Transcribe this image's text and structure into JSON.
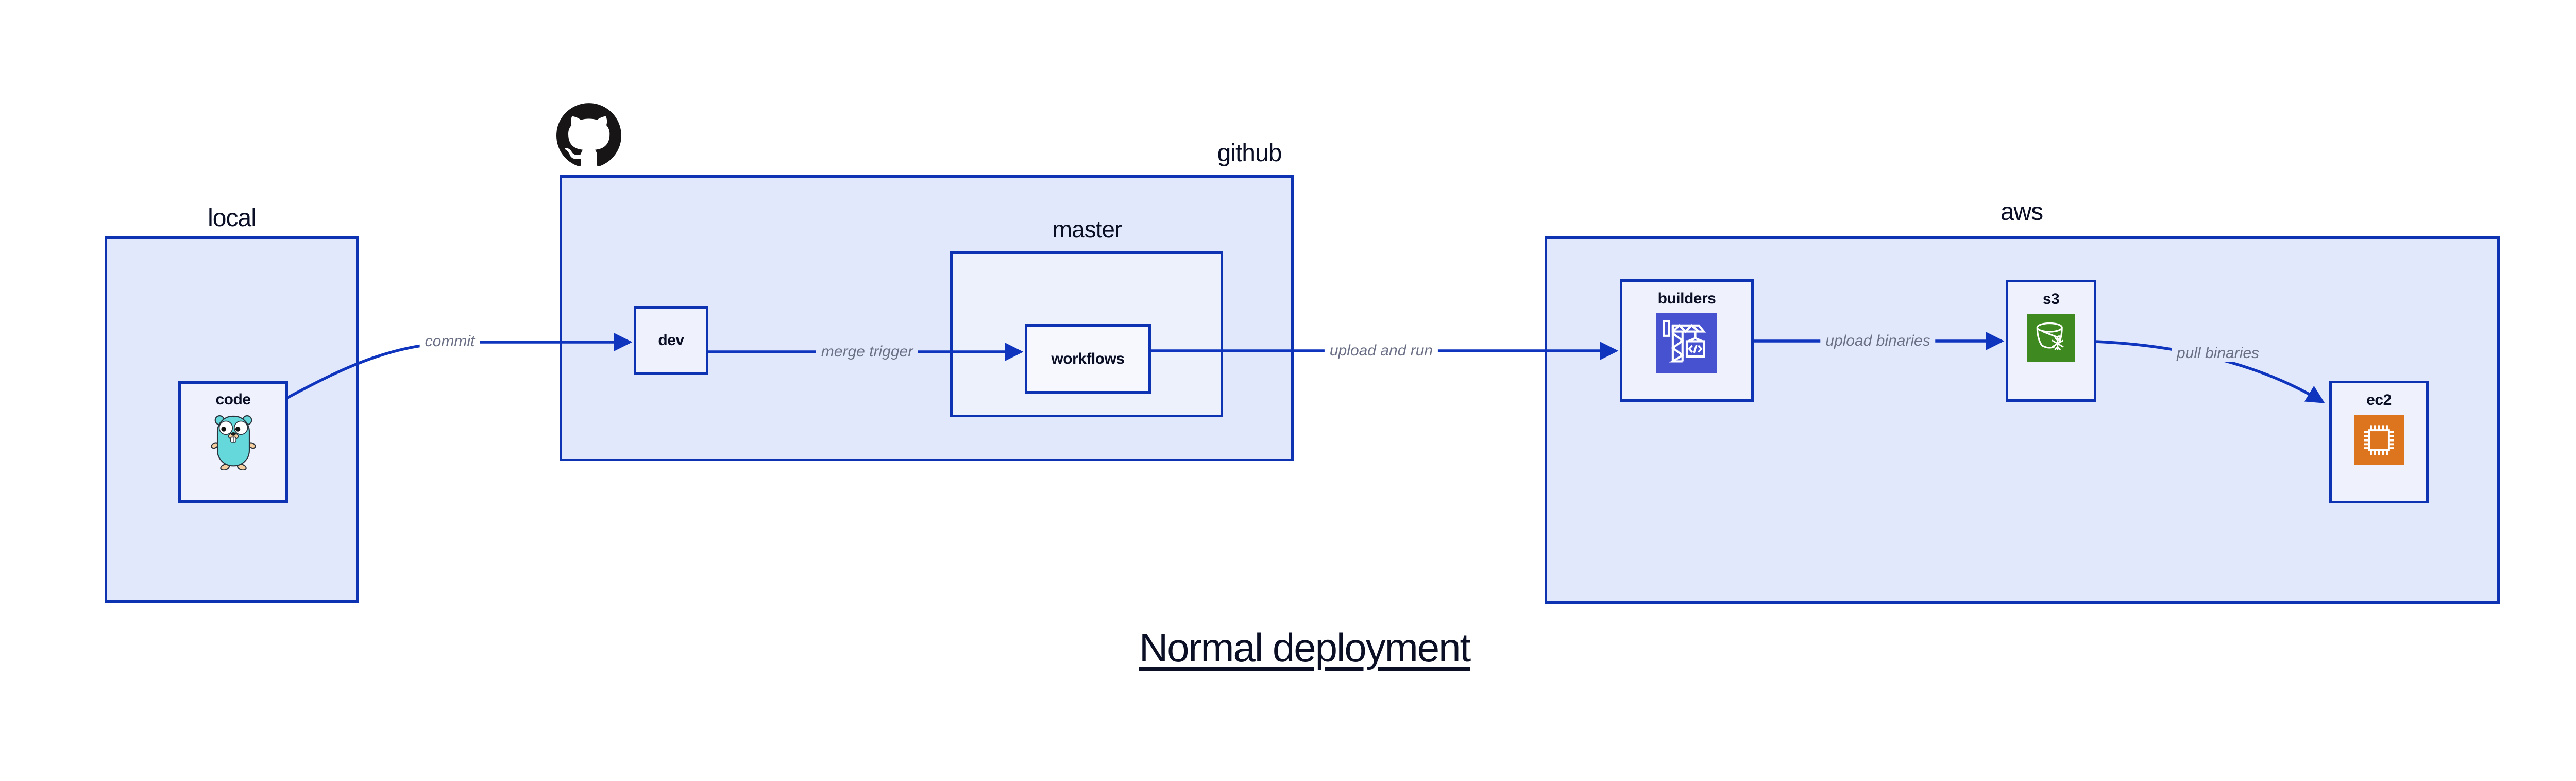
{
  "title": "Normal deployment",
  "containers": {
    "local": {
      "label": "local"
    },
    "github": {
      "label": "github"
    },
    "master": {
      "label": "master"
    },
    "aws": {
      "label": "aws"
    }
  },
  "nodes": {
    "code": {
      "label": "code",
      "icon": "go-gopher-icon"
    },
    "dev": {
      "label": "dev"
    },
    "workflows": {
      "label": "workflows"
    },
    "builders": {
      "label": "builders",
      "icon": "aws-codebuild-crane-icon"
    },
    "s3": {
      "label": "s3",
      "icon": "aws-s3-glacier-bucket-icon"
    },
    "ec2": {
      "label": "ec2",
      "icon": "aws-ec2-chip-icon"
    }
  },
  "edges": [
    {
      "from": "code",
      "to": "dev",
      "label": "commit"
    },
    {
      "from": "dev",
      "to": "workflows",
      "label": "merge trigger"
    },
    {
      "from": "workflows",
      "to": "builders",
      "label": "upload and run"
    },
    {
      "from": "builders",
      "to": "s3",
      "label": "upload binaries"
    },
    {
      "from": "s3",
      "to": "ec2",
      "label": "pull binaries"
    }
  ],
  "colors": {
    "border_blue": "#0D32B2",
    "edge_blue": "#0F35BE",
    "container_fill": "#E2E8FB",
    "nested_container_fill": "#EDF1FC",
    "leaf_fill": "#EFF2FC",
    "inner_leaf_fill": "#F6F8FE",
    "label_navy": "#0A0F25",
    "edge_label_gray": "#6B7086",
    "codebuild_indigo": "#4652CF",
    "s3_green": "#3E8A20",
    "ec2_orange": "#DD751F",
    "gopher_teal": "#65D8DC",
    "octocat_black": "#171515",
    "canvas_white": "#FFFFFF"
  }
}
